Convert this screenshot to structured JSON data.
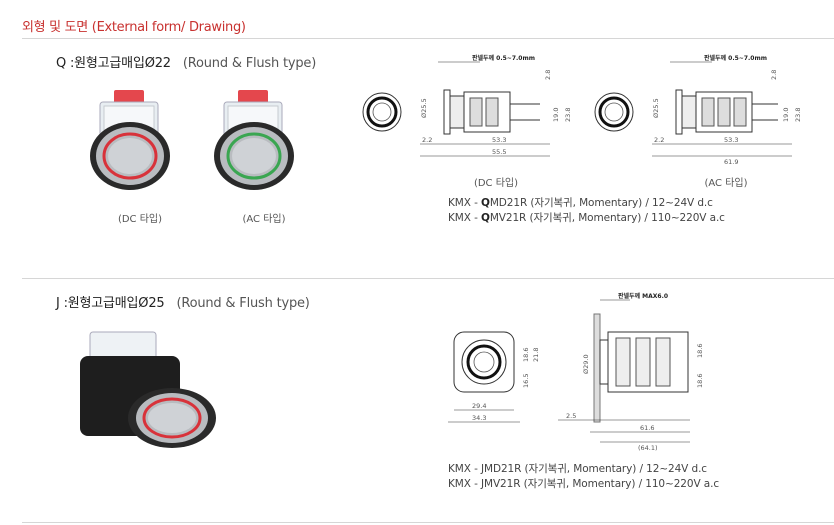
{
  "section_title": "외형 및 도면 (External form/ Drawing)",
  "q": {
    "title": "Q :원형고급매입Ø22",
    "subtitle": "(Round & Flush type)",
    "photo_captions": [
      "(DC 타입)",
      "(AC 타입)"
    ],
    "drawing_captions": [
      "(DC 타입)",
      "(AC 타입)"
    ],
    "dc_dims": {
      "panel": "판넬두께 0.5~7.0mm",
      "dia": "Ø25.5",
      "d1": "2.2",
      "d2": "53.3",
      "d3": "55.5",
      "h1": "2.8",
      "h2": "19.0",
      "h3": "23.8"
    },
    "ac_dims": {
      "panel": "판넬두께 0.5~7.0mm",
      "dia": "Ø25.5",
      "d1": "2.2",
      "d2": "53.3",
      "d3": "61.9",
      "h1": "2.8",
      "h2": "19.0",
      "h3": "23.8"
    },
    "model_prefix": "KMX",
    "models": [
      {
        "pre": "KMX - ",
        "bold": "Q",
        "rest": "MD21R (자기복귀, Momentary) / 12~24V d.c"
      },
      {
        "pre": "KMX - ",
        "bold": "Q",
        "rest": "MV21R (자기복귀, Momentary) / 110~220V a.c"
      }
    ]
  },
  "j": {
    "title": "J :원형고급매입Ø25",
    "subtitle": "(Round & Flush type)",
    "dims": {
      "panel": "판넬두께 MAX6.0",
      "w1": "29.4",
      "w2": "34.3",
      "v1": "18.6",
      "v2": "21.8",
      "v3": "16.5",
      "dia": "Ø29.0",
      "d1": "2.5",
      "d2": "61.6",
      "d3": "(64.1)",
      "r1": "18.6",
      "r2": "18.6"
    },
    "models": [
      "KMX - JMD21R (자기복귀, Momentary) / 12~24V d.c",
      "KMX - JMV21R (자기복귀, Momentary) / 110~220V a.c"
    ]
  },
  "colors": {
    "accent_red": "#c8312f",
    "ring_red": "#d8323a",
    "ring_green": "#3aa651"
  }
}
